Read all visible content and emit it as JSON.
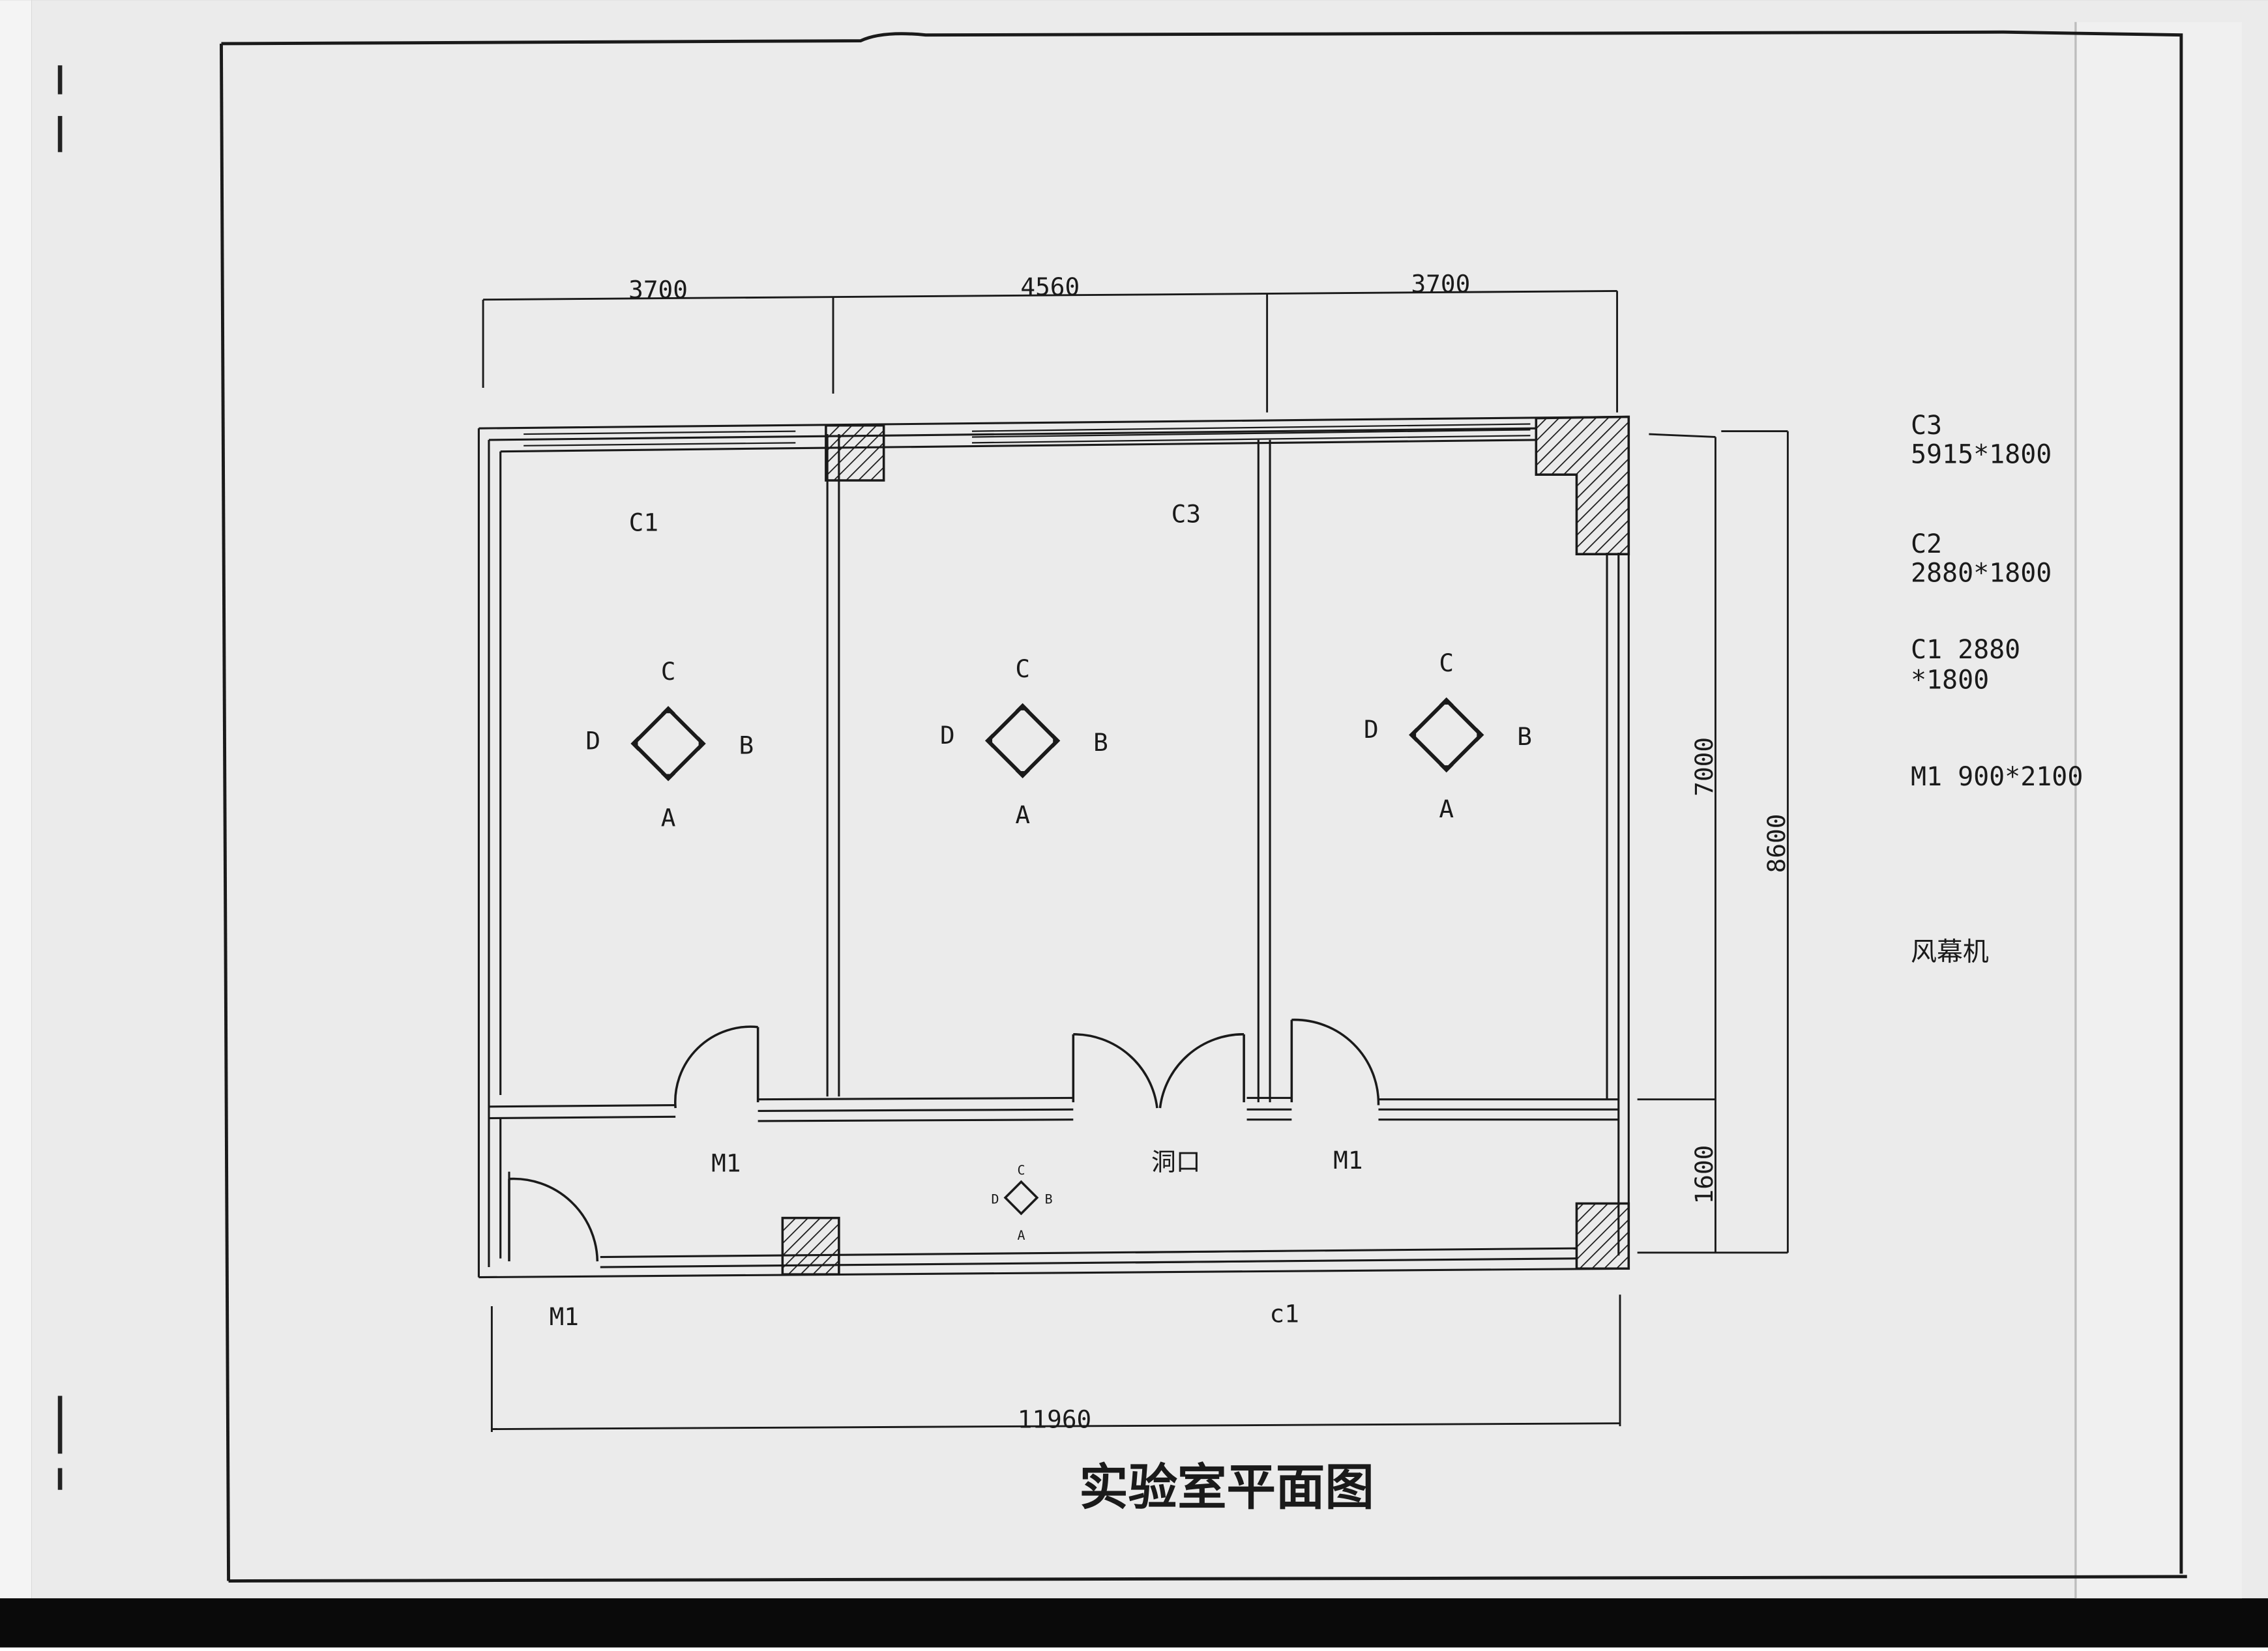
{
  "title": "实验室平面图",
  "dimensions": {
    "top": [
      "3700",
      "4560",
      "3700"
    ],
    "bottom": "11960",
    "right_inner": "7000",
    "right_lower": "1600",
    "right_outer": "8600"
  },
  "labels": {
    "room1_window": "C1",
    "room2_window": "C3",
    "corridor_door_left": "M1",
    "corridor_door_right": "M1",
    "opening": "洞口",
    "entrance_door": "M1",
    "bottom_window": "c1"
  },
  "compass": {
    "top": "C",
    "right": "B",
    "bottom": "A",
    "left": "D"
  },
  "legend": [
    {
      "code": "C3",
      "size": "5915*1800"
    },
    {
      "code": "C2",
      "size": "2880*1800"
    },
    {
      "code": "C1 2880",
      "size": "*1800"
    },
    {
      "code": "M1 900*2100",
      "size": ""
    }
  ],
  "legend_note": "风幕机",
  "colors": {
    "paper": "#ebebeb",
    "ink": "#1a1a1a",
    "scan_dark": "#0a0a0a"
  }
}
